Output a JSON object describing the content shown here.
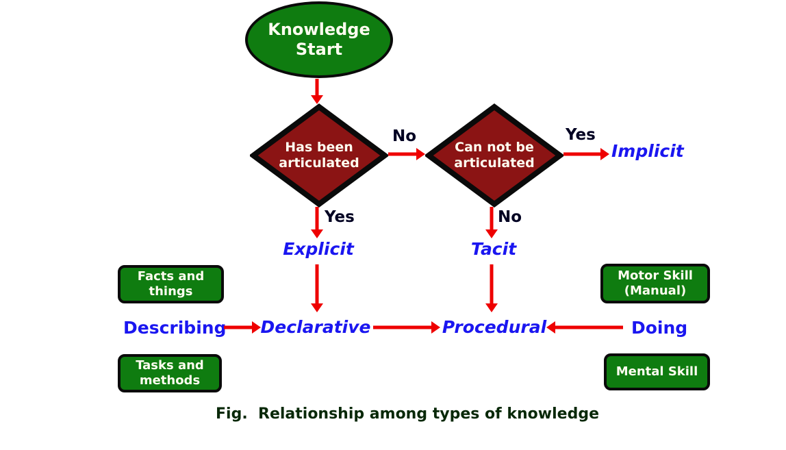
{
  "colors": {
    "node_green": "#0f7c10",
    "decision_maroon": "#8b1414",
    "arrow_red": "#ee0000",
    "label_blue": "#1a16f0",
    "edge_label_black": "#000022",
    "node_text_white": "#fffdf0",
    "outline_black": "#0a0a0a",
    "caption_dark": "#082808",
    "background": "#ffffff"
  },
  "nodes": {
    "start": "Knowledge\nStart",
    "decision_has_been": "Has been\narticulated",
    "decision_can_not": "Can not be\narticulated",
    "implicit": "Implicit",
    "explicit": "Explicit",
    "tacit": "Tacit",
    "declarative": "Declarative",
    "procedural": "Procedural",
    "describing": "Describing",
    "doing": "Doing",
    "facts_things": "Facts and\nthings",
    "tasks_methods": "Tasks and\nmethods",
    "motor_skill": "Motor Skill\n(Manual)",
    "mental_skill": "Mental Skill"
  },
  "edge_labels": {
    "no_between_diamonds": "No",
    "yes_to_implicit": "Yes",
    "yes_to_explicit": "Yes",
    "no_to_tacit": "No"
  },
  "caption": "Fig.  Relationship among types of knowledge"
}
